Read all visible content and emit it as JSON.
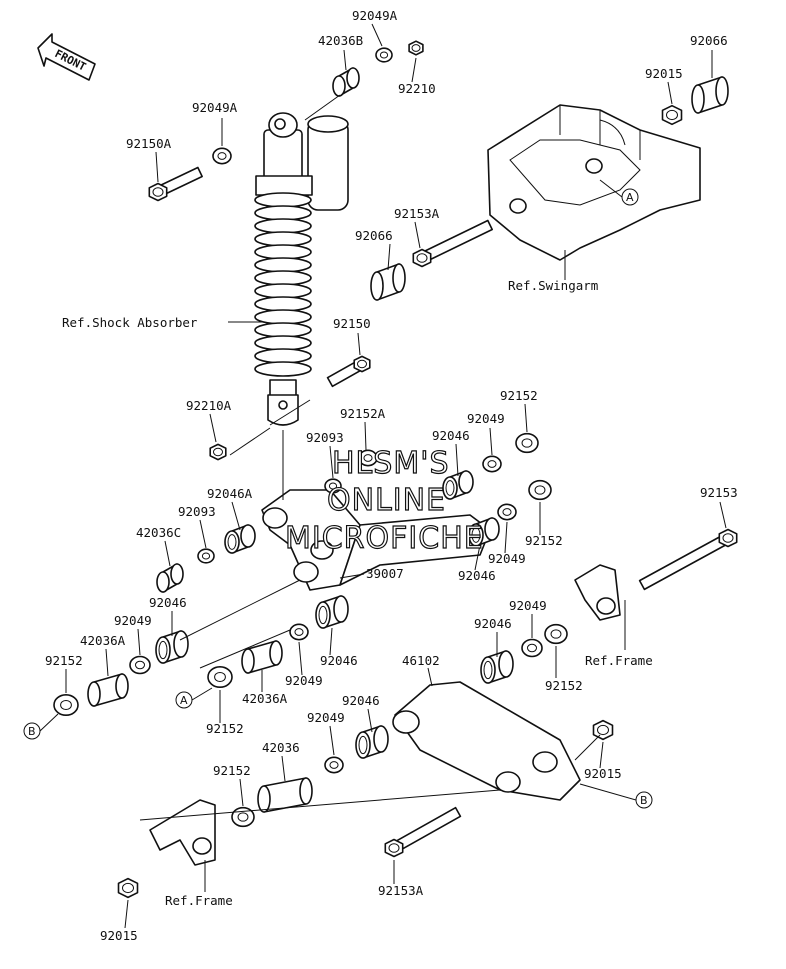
{
  "direction": "FRONT",
  "watermark": [
    "HLSM'S",
    "ONLINE",
    "MICROFICHE"
  ],
  "refs": {
    "shock_absorber": "Ref.Shock Absorber",
    "swingarm": "Ref.Swingarm",
    "frame": "Ref.Frame"
  },
  "markers": {
    "a": "A",
    "b": "B"
  },
  "labels": {
    "p92049A_top": "92049A",
    "p42036B": "42036B",
    "p92210": "92210",
    "p92066_top": "92066",
    "p92015_top": "92015",
    "p92049A_left": "92049A",
    "p92150A": "92150A",
    "p92153A_top": "92153A",
    "p92066_mid": "92066",
    "p92150": "92150",
    "p92210A": "92210A",
    "p92152A": "92152A",
    "p92152_r1": "92152",
    "p92093_a": "92093",
    "p92049_r1": "92049",
    "p92046_r1": "92046",
    "p92046A": "92046A",
    "p92093_b": "92093",
    "p42036C": "42036C",
    "p92152_r2": "92152",
    "p92049_r2": "92049",
    "p92046_r2": "92046",
    "p39007": "39007",
    "p92153": "92153",
    "p92046_l": "92046",
    "p92049_l": "92049",
    "p42036A_l": "42036A",
    "p92152_l": "92152",
    "p92049_c": "92049",
    "p92046_c": "92046",
    "p42036A_c": "42036A",
    "p92152_c": "92152",
    "p92049_rr": "92049",
    "p92046_rr": "92046",
    "p92152_rr": "92152",
    "p46102": "46102",
    "p92046_b": "92046",
    "p92049_b": "92049",
    "p42036": "42036",
    "p92152_b": "92152",
    "p92015_r": "92015",
    "p92153A_b": "92153A",
    "p92015_b": "92015"
  }
}
